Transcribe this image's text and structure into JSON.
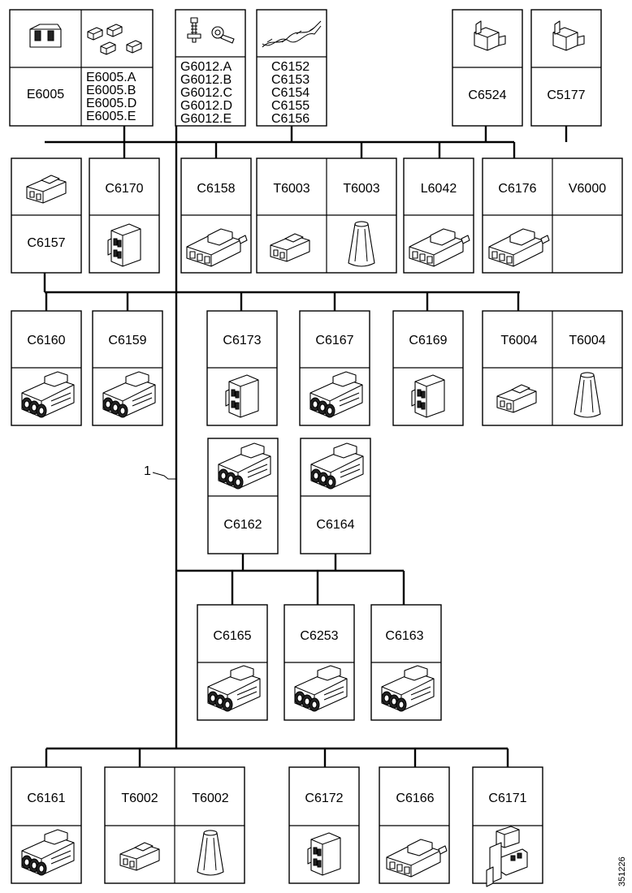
{
  "callout": "1",
  "figure_id": "351226",
  "labels": {
    "e6005": "E6005",
    "e6005_variants": [
      "E6005.A",
      "E6005.B",
      "E6005.D",
      "E6005.E"
    ],
    "g6012_variants": [
      "G6012.A",
      "G6012.B",
      "G6012.C",
      "G6012.D",
      "G6012.E"
    ],
    "c615x_variants": [
      "C6152",
      "C6153",
      "C6154",
      "C6155",
      "C6156"
    ],
    "c6524": "C6524",
    "c5177": "C5177",
    "c6157": "C6157",
    "c6170": "C6170",
    "c6158": "C6158",
    "t6003a": "T6003",
    "t6003b": "T6003",
    "l6042": "L6042",
    "c6176": "C6176",
    "v6000": "V6000",
    "c6160": "C6160",
    "c6159": "C6159",
    "c6173": "C6173",
    "c6167": "C6167",
    "c6169": "C6169",
    "t6004a": "T6004",
    "t6004b": "T6004",
    "c6162": "C6162",
    "c6164": "C6164",
    "c6165": "C6165",
    "c6253": "C6253",
    "c6163": "C6163",
    "c6161": "C6161",
    "t6002a": "T6002",
    "t6002b": "T6002",
    "c6172": "C6172",
    "c6166": "C6166",
    "c6171": "C6171"
  }
}
